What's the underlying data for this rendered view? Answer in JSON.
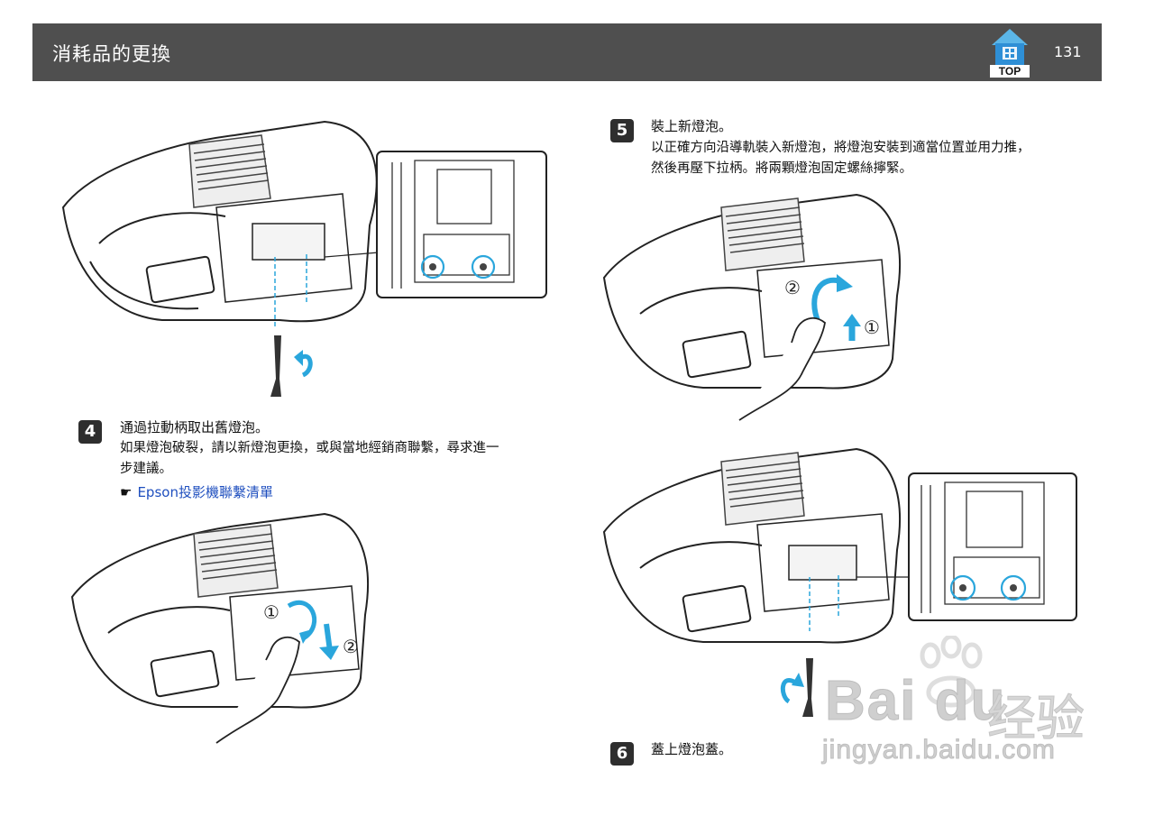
{
  "header": {
    "title": "消耗品的更換",
    "page_number": "131",
    "top_label": "TOP"
  },
  "steps": [
    {
      "number": "4",
      "title": "通過拉動柄取出舊燈泡。",
      "body": [
        "如果燈泡破裂，請以新燈泡更換，或與當地經銷商聯繫，尋求進一",
        "步建議。"
      ],
      "link": "Epson投影機聯繫清單"
    },
    {
      "number": "5",
      "title": "裝上新燈泡。",
      "body": [
        "以正確方向沿導軌裝入新燈泡，將燈泡安裝到適當位置並用力推，",
        "然後再壓下拉柄。將兩顆燈泡固定螺絲擰緊。"
      ]
    },
    {
      "number": "6",
      "title": "蓋上燈泡蓋。"
    }
  ],
  "callouts": {
    "one": "①",
    "two": "②"
  },
  "watermark": {
    "brand": "Bai du",
    "product": "经验",
    "url": "jingyan.baidu.com"
  },
  "icons": {
    "top": "house-top-icon",
    "link": "pointing-hand-icon"
  },
  "colors": {
    "header_bg": "#4f4f4f",
    "accent": "#2aa6dc",
    "link": "#1f4fbf"
  }
}
